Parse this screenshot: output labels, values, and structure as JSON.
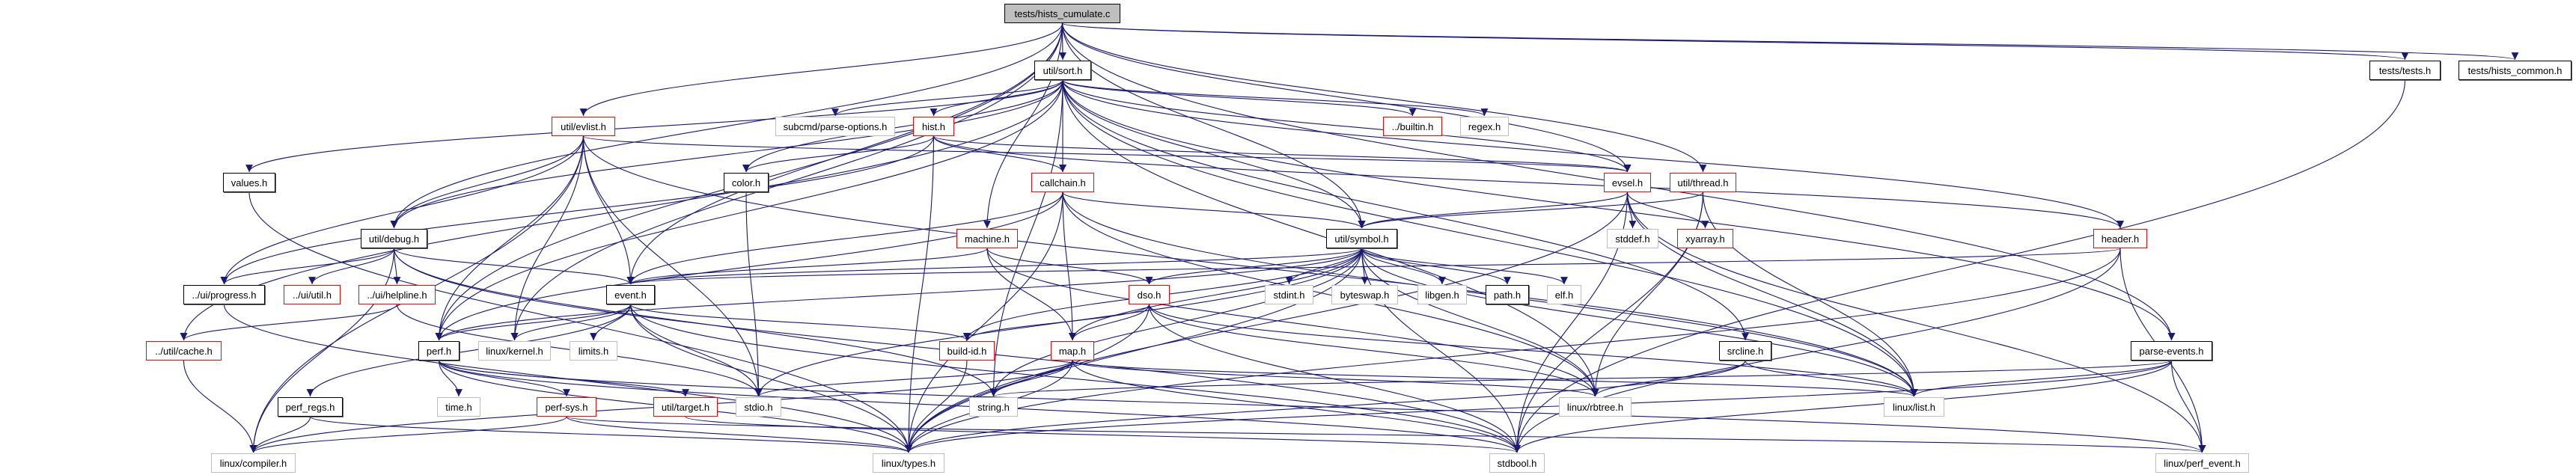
{
  "colors": {
    "edge": "#191970",
    "documented_border": "#000000",
    "incomplete_border": "#ff0000",
    "external_border": "#bfbfbf",
    "root_fill": "#bfbfbf"
  },
  "nodes": [
    {
      "id": "root",
      "label": "tests/hists_cumulate.c",
      "style": "root"
    },
    {
      "id": "sort",
      "label": "util/sort.h",
      "style": "black"
    },
    {
      "id": "tests",
      "label": "tests/tests.h",
      "style": "black"
    },
    {
      "id": "hcommon",
      "label": "tests/hists_common.h",
      "style": "black"
    },
    {
      "id": "evlist",
      "label": "util/evlist.h",
      "style": "red"
    },
    {
      "id": "parseopt",
      "label": "subcmd/parse-options.h",
      "style": "gray"
    },
    {
      "id": "hist",
      "label": "hist.h",
      "style": "red"
    },
    {
      "id": "builtin",
      "label": "../builtin.h",
      "style": "red"
    },
    {
      "id": "regex",
      "label": "regex.h",
      "style": "gray"
    },
    {
      "id": "values",
      "label": "values.h",
      "style": "black"
    },
    {
      "id": "color",
      "label": "color.h",
      "style": "black"
    },
    {
      "id": "callchain",
      "label": "callchain.h",
      "style": "red"
    },
    {
      "id": "evsel",
      "label": "evsel.h",
      "style": "red"
    },
    {
      "id": "thread",
      "label": "util/thread.h",
      "style": "red"
    },
    {
      "id": "debug",
      "label": "util/debug.h",
      "style": "black"
    },
    {
      "id": "machine",
      "label": "machine.h",
      "style": "red"
    },
    {
      "id": "symbol",
      "label": "util/symbol.h",
      "style": "black"
    },
    {
      "id": "stddef",
      "label": "stddef.h",
      "style": "gray"
    },
    {
      "id": "xyarray",
      "label": "xyarray.h",
      "style": "red"
    },
    {
      "id": "header",
      "label": "header.h",
      "style": "red"
    },
    {
      "id": "progress",
      "label": "../ui/progress.h",
      "style": "black"
    },
    {
      "id": "uiutil",
      "label": "../ui/util.h",
      "style": "red"
    },
    {
      "id": "helpline",
      "label": "../ui/helpline.h",
      "style": "red"
    },
    {
      "id": "event",
      "label": "event.h",
      "style": "black"
    },
    {
      "id": "dso",
      "label": "dso.h",
      "style": "red"
    },
    {
      "id": "stdint",
      "label": "stdint.h",
      "style": "gray"
    },
    {
      "id": "byteswap",
      "label": "byteswap.h",
      "style": "gray"
    },
    {
      "id": "libgen",
      "label": "libgen.h",
      "style": "gray"
    },
    {
      "id": "path",
      "label": "path.h",
      "style": "black"
    },
    {
      "id": "elf",
      "label": "elf.h",
      "style": "gray"
    },
    {
      "id": "cache",
      "label": "../util/cache.h",
      "style": "red"
    },
    {
      "id": "perf",
      "label": "perf.h",
      "style": "black"
    },
    {
      "id": "kernel",
      "label": "linux/kernel.h",
      "style": "gray"
    },
    {
      "id": "limits",
      "label": "limits.h",
      "style": "gray"
    },
    {
      "id": "buildid",
      "label": "build-id.h",
      "style": "red"
    },
    {
      "id": "map",
      "label": "map.h",
      "style": "red"
    },
    {
      "id": "srcline",
      "label": "srcline.h",
      "style": "black"
    },
    {
      "id": "parseev",
      "label": "parse-events.h",
      "style": "black"
    },
    {
      "id": "perfregs",
      "label": "perf_regs.h",
      "style": "black"
    },
    {
      "id": "time",
      "label": "time.h",
      "style": "gray"
    },
    {
      "id": "perfsys",
      "label": "perf-sys.h",
      "style": "red"
    },
    {
      "id": "target",
      "label": "util/target.h",
      "style": "red"
    },
    {
      "id": "stdio",
      "label": "stdio.h",
      "style": "gray"
    },
    {
      "id": "string",
      "label": "string.h",
      "style": "gray"
    },
    {
      "id": "rbtree",
      "label": "linux/rbtree.h",
      "style": "gray"
    },
    {
      "id": "list",
      "label": "linux/list.h",
      "style": "gray"
    },
    {
      "id": "compiler",
      "label": "linux/compiler.h",
      "style": "gray"
    },
    {
      "id": "types",
      "label": "linux/types.h",
      "style": "gray"
    },
    {
      "id": "stdbool",
      "label": "stdbool.h",
      "style": "gray"
    },
    {
      "id": "perfevent",
      "label": "linux/perf_event.h",
      "style": "gray"
    }
  ],
  "edges": [
    [
      "root",
      "sort"
    ],
    [
      "root",
      "perf"
    ],
    [
      "root",
      "debug"
    ],
    [
      "root",
      "event"
    ],
    [
      "root",
      "evsel"
    ],
    [
      "root",
      "evlist"
    ],
    [
      "root",
      "machine"
    ],
    [
      "root",
      "thread"
    ],
    [
      "root",
      "parseev"
    ],
    [
      "root",
      "tests"
    ],
    [
      "root",
      "kernel"
    ],
    [
      "root",
      "hcommon"
    ],
    [
      "root",
      "symbol"
    ],
    [
      "sort",
      "hist"
    ],
    [
      "sort",
      "parseopt"
    ],
    [
      "sort",
      "regex"
    ],
    [
      "sort",
      "builtin"
    ],
    [
      "sort",
      "callchain"
    ],
    [
      "sort",
      "color"
    ],
    [
      "sort",
      "list"
    ],
    [
      "sort",
      "rbtree"
    ],
    [
      "sort",
      "symbol"
    ],
    [
      "sort",
      "string"
    ],
    [
      "sort",
      "values"
    ],
    [
      "sort",
      "perf"
    ],
    [
      "sort",
      "header"
    ],
    [
      "sort",
      "parseev"
    ],
    [
      "sort",
      "srcline"
    ],
    [
      "sort",
      "evsel"
    ],
    [
      "sort",
      "debug"
    ],
    [
      "sort",
      "cache"
    ],
    [
      "hist",
      "types"
    ],
    [
      "hist",
      "callchain"
    ],
    [
      "hist",
      "evsel"
    ],
    [
      "hist",
      "header"
    ],
    [
      "hist",
      "color"
    ],
    [
      "hist",
      "progress"
    ],
    [
      "evlist",
      "compiler"
    ],
    [
      "evlist",
      "kernel"
    ],
    [
      "evlist",
      "list"
    ],
    [
      "evlist",
      "event"
    ],
    [
      "evlist",
      "evsel"
    ],
    [
      "evlist",
      "debug"
    ],
    [
      "evlist",
      "stdio"
    ],
    [
      "evlist",
      "perf"
    ],
    [
      "evlist",
      "progress"
    ],
    [
      "callchain",
      "list"
    ],
    [
      "callchain",
      "rbtree"
    ],
    [
      "callchain",
      "event"
    ],
    [
      "callchain",
      "map"
    ],
    [
      "callchain",
      "symbol"
    ],
    [
      "callchain",
      "types"
    ],
    [
      "callchain",
      "perf"
    ],
    [
      "evsel",
      "list"
    ],
    [
      "evsel",
      "stdbool"
    ],
    [
      "evsel",
      "stddef"
    ],
    [
      "evsel",
      "perfevent"
    ],
    [
      "evsel",
      "types"
    ],
    [
      "evsel",
      "xyarray"
    ],
    [
      "evsel",
      "symbol"
    ],
    [
      "thread",
      "rbtree"
    ],
    [
      "thread",
      "list"
    ],
    [
      "thread",
      "symbol"
    ],
    [
      "thread",
      "stdbool"
    ],
    [
      "machine",
      "map"
    ],
    [
      "machine",
      "dso"
    ],
    [
      "machine",
      "event"
    ],
    [
      "machine",
      "rbtree"
    ],
    [
      "symbol",
      "types"
    ],
    [
      "symbol",
      "stdbool"
    ],
    [
      "symbol",
      "stdint"
    ],
    [
      "symbol",
      "list"
    ],
    [
      "symbol",
      "rbtree"
    ],
    [
      "symbol",
      "stdio"
    ],
    [
      "symbol",
      "byteswap"
    ],
    [
      "symbol",
      "libgen"
    ],
    [
      "symbol",
      "path"
    ],
    [
      "symbol",
      "elf"
    ],
    [
      "symbol",
      "map"
    ],
    [
      "symbol",
      "dso"
    ],
    [
      "symbol",
      "buildid"
    ],
    [
      "symbol",
      "event"
    ],
    [
      "symbol",
      "perf"
    ],
    [
      "symbol",
      "string"
    ],
    [
      "header",
      "perfevent"
    ],
    [
      "header",
      "types"
    ],
    [
      "header",
      "event"
    ],
    [
      "header",
      "stdbool"
    ],
    [
      "debug",
      "stdbool"
    ],
    [
      "debug",
      "event"
    ],
    [
      "debug",
      "helpline"
    ],
    [
      "debug",
      "progress"
    ],
    [
      "debug",
      "uiutil"
    ],
    [
      "debug",
      "compiler"
    ],
    [
      "debug",
      "string"
    ],
    [
      "values",
      "types"
    ],
    [
      "color",
      "stdio"
    ],
    [
      "event",
      "limits"
    ],
    [
      "event",
      "stdio"
    ],
    [
      "event",
      "kernel"
    ],
    [
      "event",
      "perf"
    ],
    [
      "event",
      "buildid"
    ],
    [
      "event",
      "perfregs"
    ],
    [
      "event",
      "stdbool"
    ],
    [
      "event",
      "types"
    ],
    [
      "perf",
      "time"
    ],
    [
      "perf",
      "stdbool"
    ],
    [
      "perf",
      "types"
    ],
    [
      "perf",
      "perfsys"
    ],
    [
      "perf",
      "target"
    ],
    [
      "perf",
      "perfevent"
    ],
    [
      "perfsys",
      "compiler"
    ],
    [
      "perfsys",
      "types"
    ],
    [
      "perfsys",
      "perfevent"
    ],
    [
      "perfregs",
      "compiler"
    ],
    [
      "perfregs",
      "types"
    ],
    [
      "cache",
      "compiler"
    ],
    [
      "progress",
      "types"
    ],
    [
      "helpline",
      "cache"
    ],
    [
      "helpline",
      "stdio"
    ],
    [
      "target",
      "stdbool"
    ],
    [
      "dso",
      "types"
    ],
    [
      "dso",
      "rbtree"
    ],
    [
      "dso",
      "stdbool"
    ],
    [
      "dso",
      "map"
    ],
    [
      "dso",
      "buildid"
    ],
    [
      "dso",
      "list"
    ],
    [
      "buildid",
      "types"
    ],
    [
      "map",
      "compiler"
    ],
    [
      "map",
      "list"
    ],
    [
      "map",
      "rbtree"
    ],
    [
      "map",
      "stdio"
    ],
    [
      "map",
      "stdbool"
    ],
    [
      "map",
      "types"
    ],
    [
      "map",
      "string"
    ],
    [
      "srcline",
      "list"
    ],
    [
      "srcline",
      "rbtree"
    ],
    [
      "srcline",
      "types"
    ],
    [
      "parseev",
      "list"
    ],
    [
      "parseev",
      "stdbool"
    ],
    [
      "parseev",
      "types"
    ],
    [
      "parseev",
      "perfevent"
    ],
    [
      "parseev",
      "string"
    ],
    [
      "tests",
      "stdbool"
    ]
  ]
}
